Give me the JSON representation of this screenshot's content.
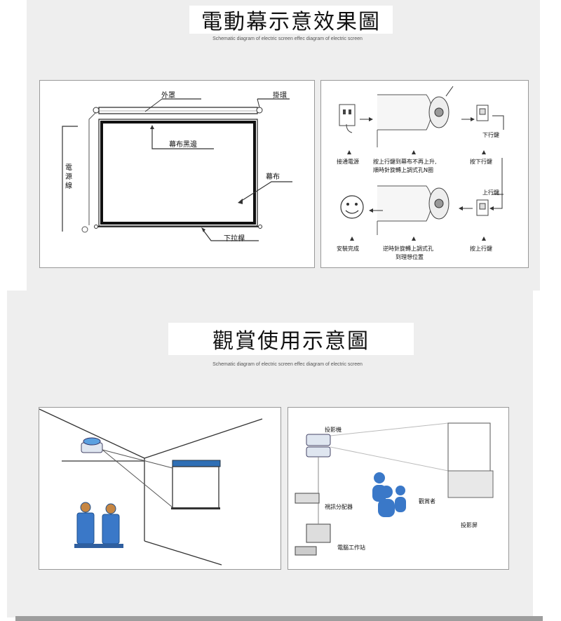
{
  "section1": {
    "title": "電動幕示意效果圖",
    "subtitle": "Schematic diagram of electric screen effec diagram of electric screen",
    "diagram_labels": {
      "outer_cover": "外罩",
      "hanging_ring": "掛環",
      "screen_black_border": "幕布黑邊",
      "screen_cloth": "幕布",
      "power_cord": "電源線",
      "bottom_bar": "下拉桿"
    },
    "steps": {
      "down_key_top": "下行鍵",
      "connect_power": "接通電源",
      "press_up_key_line1": "按上行鍵到幕布不再上升,",
      "press_up_key_line2": "順時針旋轉上調式孔N圈",
      "press_down_key": "按下行鍵",
      "up_key_side": "上行鍵",
      "install_done": "安裝完成",
      "ccw_line1": "逆時針旋轉上調式孔",
      "ccw_line2": "到理想位置",
      "press_up_key": "按上行鍵"
    }
  },
  "section2": {
    "title": "觀賞使用示意圖",
    "subtitle": "Schematic diagram of electric screen effec diagram of electric screen",
    "network_labels": {
      "projector": "投影機",
      "video_splitter": "視訊分配器",
      "viewers": "觀賞者",
      "projection_screen": "投影屏",
      "workstation": "電腦工作站"
    }
  },
  "colors": {
    "panel_gray": "#eeeeee",
    "viewer_blue": "#3a78c8",
    "line_dark": "#333333"
  }
}
